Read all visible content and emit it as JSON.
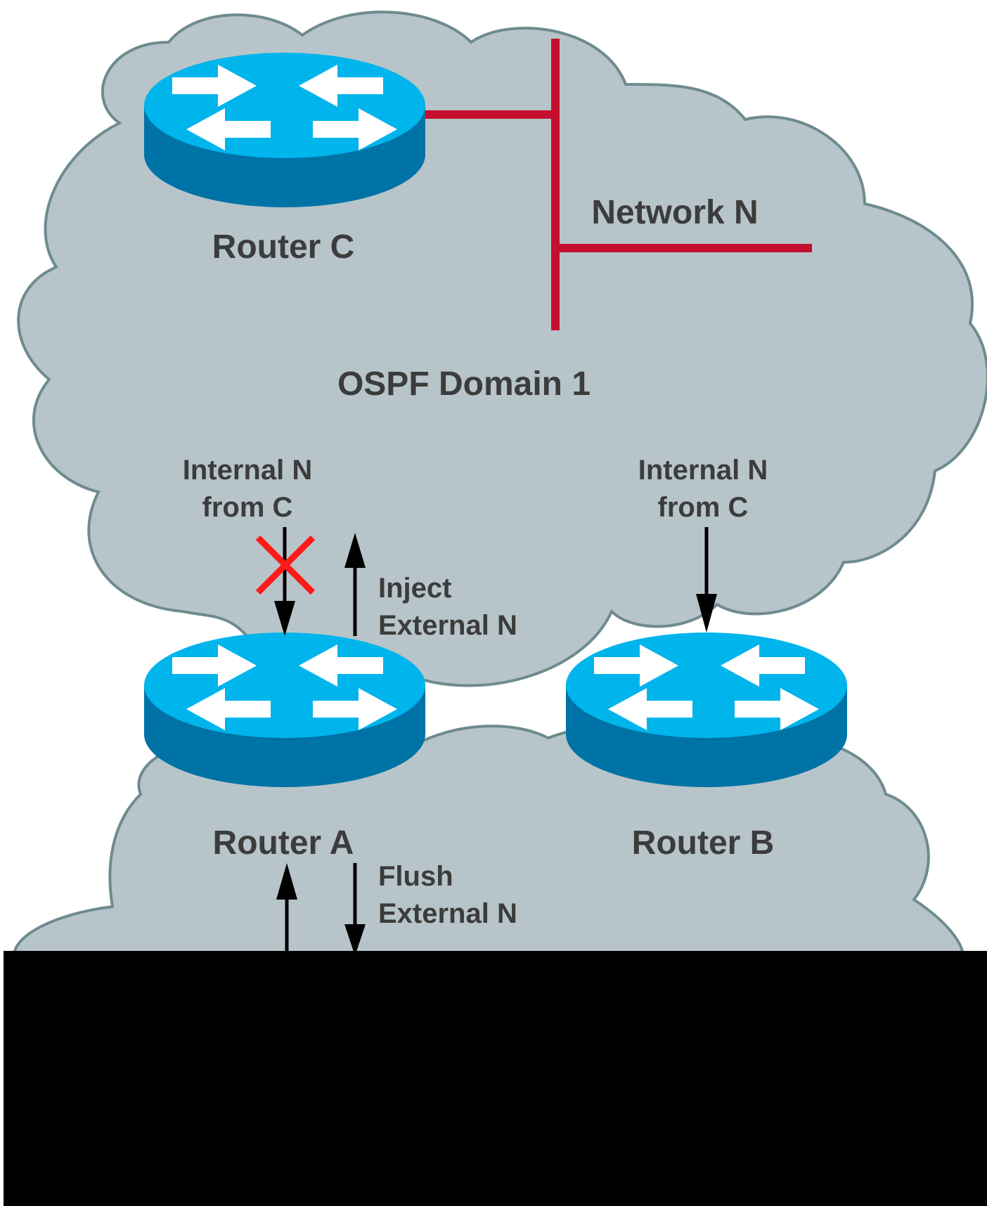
{
  "diagram": {
    "colors": {
      "cloud_fill": "#b7c5ca",
      "cloud_stroke": "#6e8b8f",
      "router_top": "#00b4ec",
      "router_side": "#0073a6",
      "router_arrow": "#ffffff",
      "network_line": "#c4102e",
      "arrow": "#000000",
      "block_mark": "#ff1a1a",
      "label_text": "#3c3c3c"
    },
    "cloud": {
      "label": "OSPF Domain 1"
    },
    "network": {
      "label": "Network N"
    },
    "routers": {
      "c": {
        "label": "Router C",
        "icon": "router-icon"
      },
      "a": {
        "label": "Router A",
        "icon": "router-icon"
      },
      "b": {
        "label": "Router B",
        "icon": "router-icon"
      }
    },
    "annotations": {
      "internal_a": [
        "Internal N",
        "from C"
      ],
      "inject": [
        "Inject",
        "External N"
      ],
      "internal_b": [
        "Internal N",
        "from C"
      ],
      "flush": [
        "Flush",
        "External N"
      ]
    },
    "blocked_marker": {
      "icon": "x-mark-icon"
    },
    "redaction": {
      "color": "#000000"
    }
  }
}
